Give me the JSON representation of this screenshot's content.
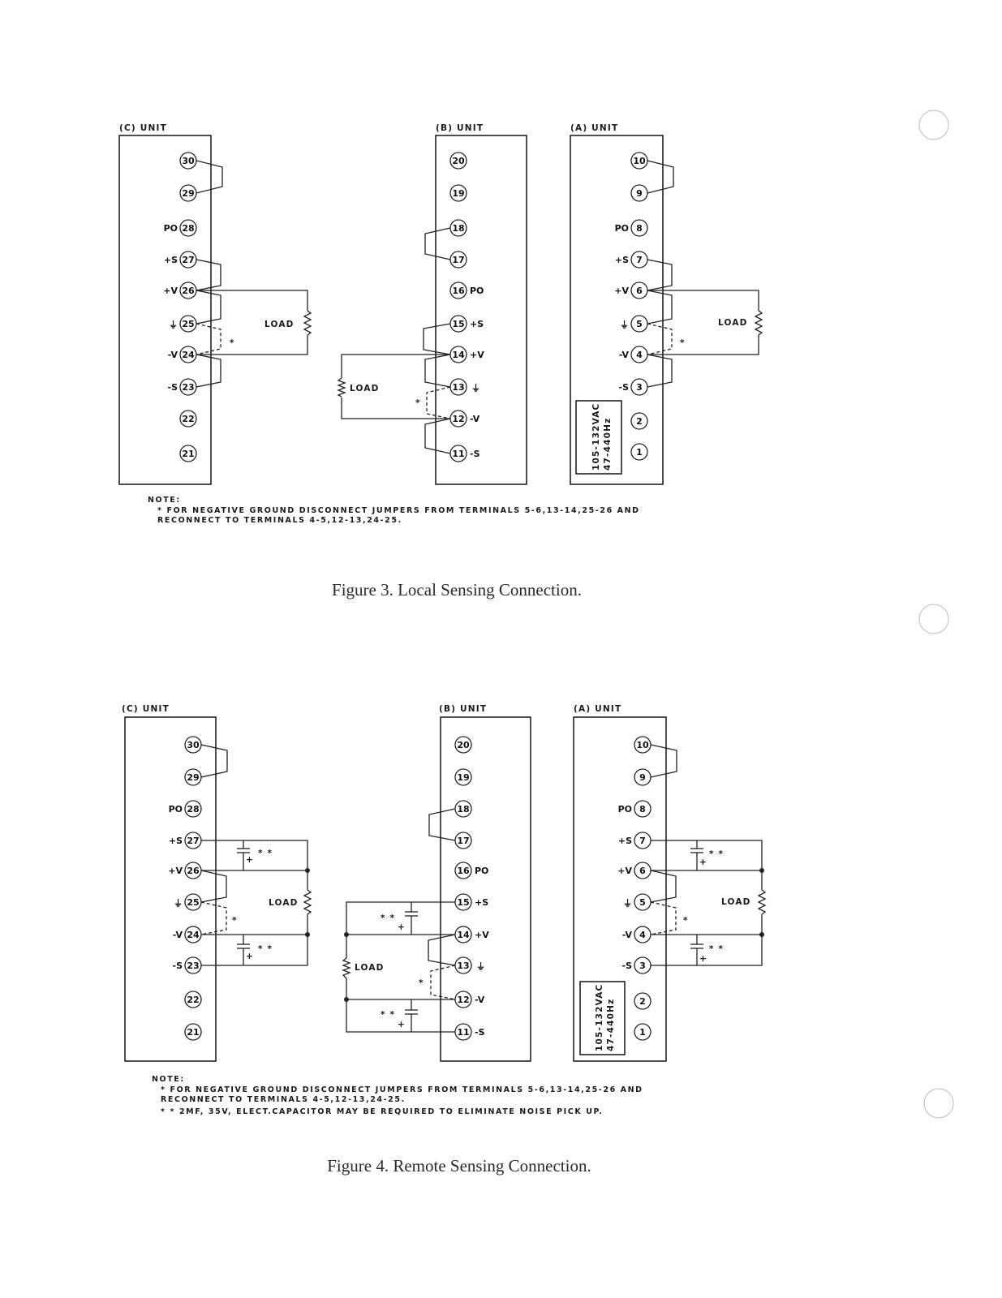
{
  "fig3": {
    "caption": "Figure 3. Local Sensing Connection.",
    "unit_c_title": "(C) UNIT",
    "unit_b_title": "(B) UNIT",
    "unit_a_title": "(A) UNIT",
    "load_c": "LOAD",
    "load_b": "LOAD",
    "load_a": "LOAD",
    "ac_line1": "105-132VAC",
    "ac_line2": "47-440Hz",
    "note_title": "NOTE:",
    "note_line1": "* FOR NEGATIVE GROUND DISCONNECT JUMPERS FROM TERMINALS 5-6,13-14,25-26 AND",
    "note_line2": "RECONNECT TO TERMINALS 4-5,12-13,24-25."
  },
  "fig4": {
    "caption": "Figure 4. Remote Sensing Connection.",
    "unit_c_title": "(C) UNIT",
    "unit_b_title": "(B) UNIT",
    "unit_a_title": "(A) UNIT",
    "load_c": "LOAD",
    "load_b": "LOAD",
    "load_a": "LOAD",
    "ac_line1": "105-132VAC",
    "ac_line2": "47-440Hz",
    "note_title": "NOTE:",
    "note_line1": "* FOR NEGATIVE GROUND DISCONNECT JUMPERS FROM TERMINALS 5-6,13-14,25-26 AND",
    "note_line2": "RECONNECT TO TERMINALS 4-5,12-13,24-25.",
    "note_line3": "* * 2MF, 35V, ELECT.CAPACITOR MAY BE REQUIRED TO ELIMINATE NOISE PICK UP."
  },
  "unit_c_terminals": [
    "30",
    "29",
    "28",
    "27",
    "26",
    "25",
    "24",
    "23",
    "22",
    "21"
  ],
  "unit_b_terminals": [
    "20",
    "19",
    "18",
    "17",
    "16",
    "15",
    "14",
    "13",
    "12",
    "11"
  ],
  "unit_a_terminals": [
    "10",
    "9",
    "8",
    "7",
    "6",
    "5",
    "4",
    "3",
    "2",
    "1"
  ],
  "left_labels": {
    "po": "PO",
    "plus_s": "+S",
    "plus_v": "+V",
    "ground": "⏚",
    "minus_v": "-V",
    "minus_s": "-S"
  },
  "right_labels": {
    "po": "PO",
    "plus_s": "+S",
    "plus_v": "+V",
    "ground": "⏚",
    "minus_v": "-V",
    "minus_s": "-S"
  },
  "marks": {
    "single": "*",
    "double": "* *"
  }
}
